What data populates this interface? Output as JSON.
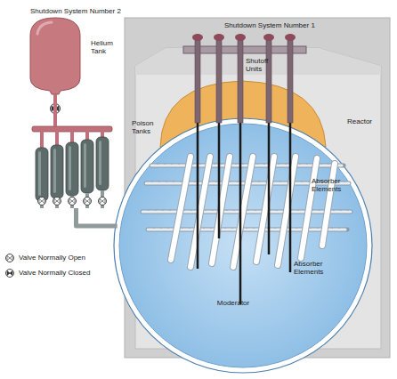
{
  "diagram": {
    "nodes": [
      {
        "text": [
          "Helium Tank"
        ]
      },
      {
        "text": [
          "Poison Tanks"
        ]
      },
      {
        "text": [
          "Moderator"
        ]
      }
    ],
    "edges": [
      {
        "from": 0,
        "to": 1,
        "arrow": "none"
      },
      {
        "from": 1,
        "to": 2,
        "arrow": "none"
      }
    ],
    "labels": [
      "Shutdown System Number 2",
      "Shutdown System Number 1",
      "Shutoff Units",
      "Reactor",
      "Absorber Elements",
      "Absorber Elements"
    ],
    "legend": [
      {
        "text": "Valve Normally Open"
      },
      {
        "text": "Valve Normally Closed"
      }
    ]
  }
}
